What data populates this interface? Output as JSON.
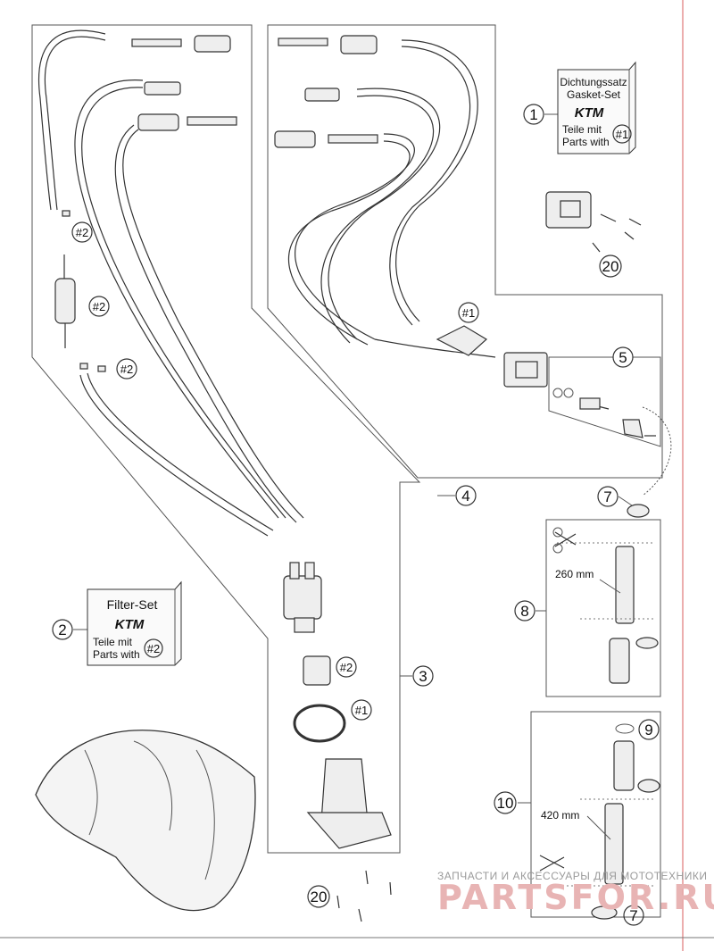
{
  "labels": {
    "item1": "1",
    "item2": "2",
    "item3": "3",
    "item4": "4",
    "item5": "5",
    "item7a": "7",
    "item7b": "7",
    "item8": "8",
    "item9": "9",
    "item10": "10",
    "item20a": "20",
    "item20b": "20"
  },
  "refs": {
    "r2a": "#2",
    "r2b": "#2",
    "r2c": "#2",
    "r2d": "#2",
    "r1a": "#1",
    "r1b": "#1"
  },
  "gasket_set": {
    "line1": "Dichtungssatz",
    "line2": "Gasket-Set",
    "brand": "KTM",
    "line3": "Teile mit",
    "line4": "Parts with",
    "ref": "#1"
  },
  "filter_set": {
    "line1": "Filter-Set",
    "brand": "KTM",
    "line3": "Teile mit",
    "line4": "Parts with",
    "ref": "#2"
  },
  "dimensions": {
    "hose8": "260 mm",
    "hose10": "420 mm"
  },
  "watermark": {
    "tagline": "ЗАПЧАСТИ И АКСЕССУАРЫ ДЛЯ МОТОТЕХНИКИ",
    "site": "PARTSFOR.RU"
  },
  "colors": {
    "line": "#333333",
    "margin_line": "#d85c5c",
    "watermark": "#e8b4b4"
  }
}
